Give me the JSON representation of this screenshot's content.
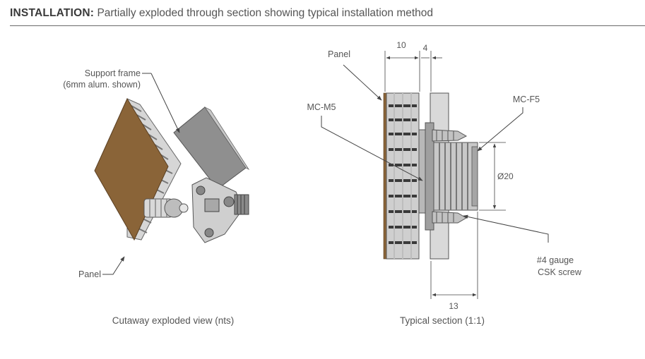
{
  "header": {
    "bold": "INSTALLATION:",
    "text": "Partially exploded through section showing typical installation method"
  },
  "left_view": {
    "support_frame_line1": "Support frame",
    "support_frame_line2": "(6mm alum. shown)",
    "panel": "Panel",
    "caption": "Cutaway exploded view (nts)"
  },
  "right_view": {
    "panel": "Panel",
    "mc_m5": "MC-M5",
    "mc_f5": "MC-F5",
    "screw_line1": "#4 gauge",
    "screw_line2": "CSK screw",
    "caption": "Typical section (1:1)"
  },
  "dimensions": {
    "d10": "10",
    "d4": "4",
    "dia20": "Ø20",
    "d13": "13"
  },
  "colors": {
    "panel_brown": "#8a6438",
    "metal_light": "#c9c9c9",
    "metal_mid": "#9a9a9a",
    "metal_dark": "#555555",
    "line": "#444444"
  }
}
